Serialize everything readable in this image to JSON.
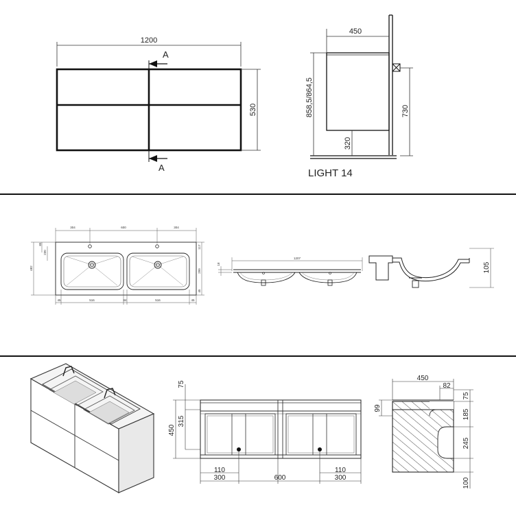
{
  "top": {
    "front": {
      "width": "1200",
      "height": "530",
      "section_top": "A",
      "section_bottom": "A"
    },
    "side": {
      "depth": "450",
      "height_total": "858,5/864,5",
      "floor_gap": "320",
      "mount_height": "730",
      "model": "LIGHT 14"
    }
  },
  "middle": {
    "basin_top": {
      "d_left": "304",
      "d_center": "600",
      "d_right": "304",
      "d_r1": "117",
      "d_r2": "299",
      "d_r3": "45",
      "d_l1": "65",
      "d_l2": "230",
      "d_l3": "482",
      "b1": "45",
      "b2": "516",
      "b3": "84",
      "b4": "516",
      "b5": "45"
    },
    "basin_front": {
      "length": "1207",
      "thickness": "18"
    },
    "basin_section": {
      "height": "105"
    }
  },
  "bottom": {
    "cabinet_front": {
      "d75": "75",
      "d315": "315",
      "d450": "450",
      "w110a": "110",
      "w300a": "300",
      "w600": "600",
      "w110b": "110",
      "w300b": "300"
    },
    "cabinet_side": {
      "d450": "450",
      "d82": "82",
      "d75": "75",
      "d99": "99",
      "d185": "185",
      "d245": "245",
      "d100": "100"
    }
  }
}
